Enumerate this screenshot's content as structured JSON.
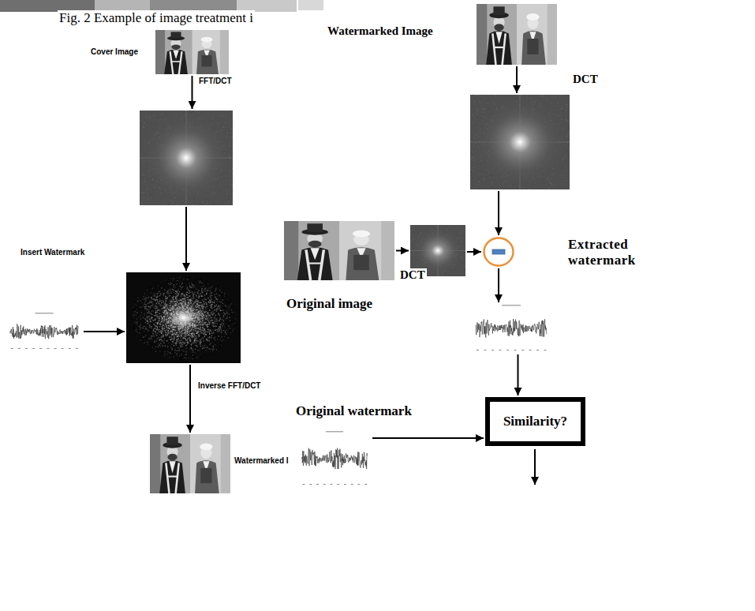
{
  "diagram": {
    "caption": "Fig. 2 Example of image treatment i",
    "nodes": [
      {
        "text": [
          "Cover Image"
        ]
      },
      {
        "text": []
      },
      {
        "text": []
      },
      {
        "text": []
      },
      {
        "text": [
          "Watermarked I"
        ]
      },
      {
        "text": [
          "Watermarked Image"
        ]
      },
      {
        "text": []
      },
      {
        "text": [
          "Original image"
        ]
      },
      {
        "text": []
      },
      {
        "text": []
      },
      {
        "text": []
      },
      {
        "text": [
          "Original watermark"
        ]
      },
      {
        "text": [
          "Similarity?"
        ]
      }
    ],
    "edges": [
      {
        "from": 0,
        "to": 1,
        "arrow": "to",
        "label": "FFT/DCT"
      },
      {
        "from": 1,
        "to": 3,
        "arrow": "to"
      },
      {
        "from": 2,
        "to": 3,
        "arrow": "to"
      },
      {
        "from": 3,
        "to": 4,
        "arrow": "to",
        "label": "Inverse FFT/DCT"
      },
      {
        "from": 5,
        "to": 6,
        "arrow": "to",
        "label": "DCT"
      },
      {
        "from": 6,
        "to": 9,
        "arrow": "to"
      },
      {
        "from": 7,
        "to": 8,
        "arrow": "to",
        "label": "DCT"
      },
      {
        "from": 8,
        "to": 9,
        "arrow": "to"
      },
      {
        "from": 9,
        "to": 10,
        "arrow": "to"
      },
      {
        "from": 10,
        "to": 12,
        "arrow": "to"
      },
      {
        "from": 11,
        "to": 12,
        "arrow": "to"
      }
    ],
    "labels": [
      "Insert Watermark",
      "Extracted watermark"
    ]
  }
}
